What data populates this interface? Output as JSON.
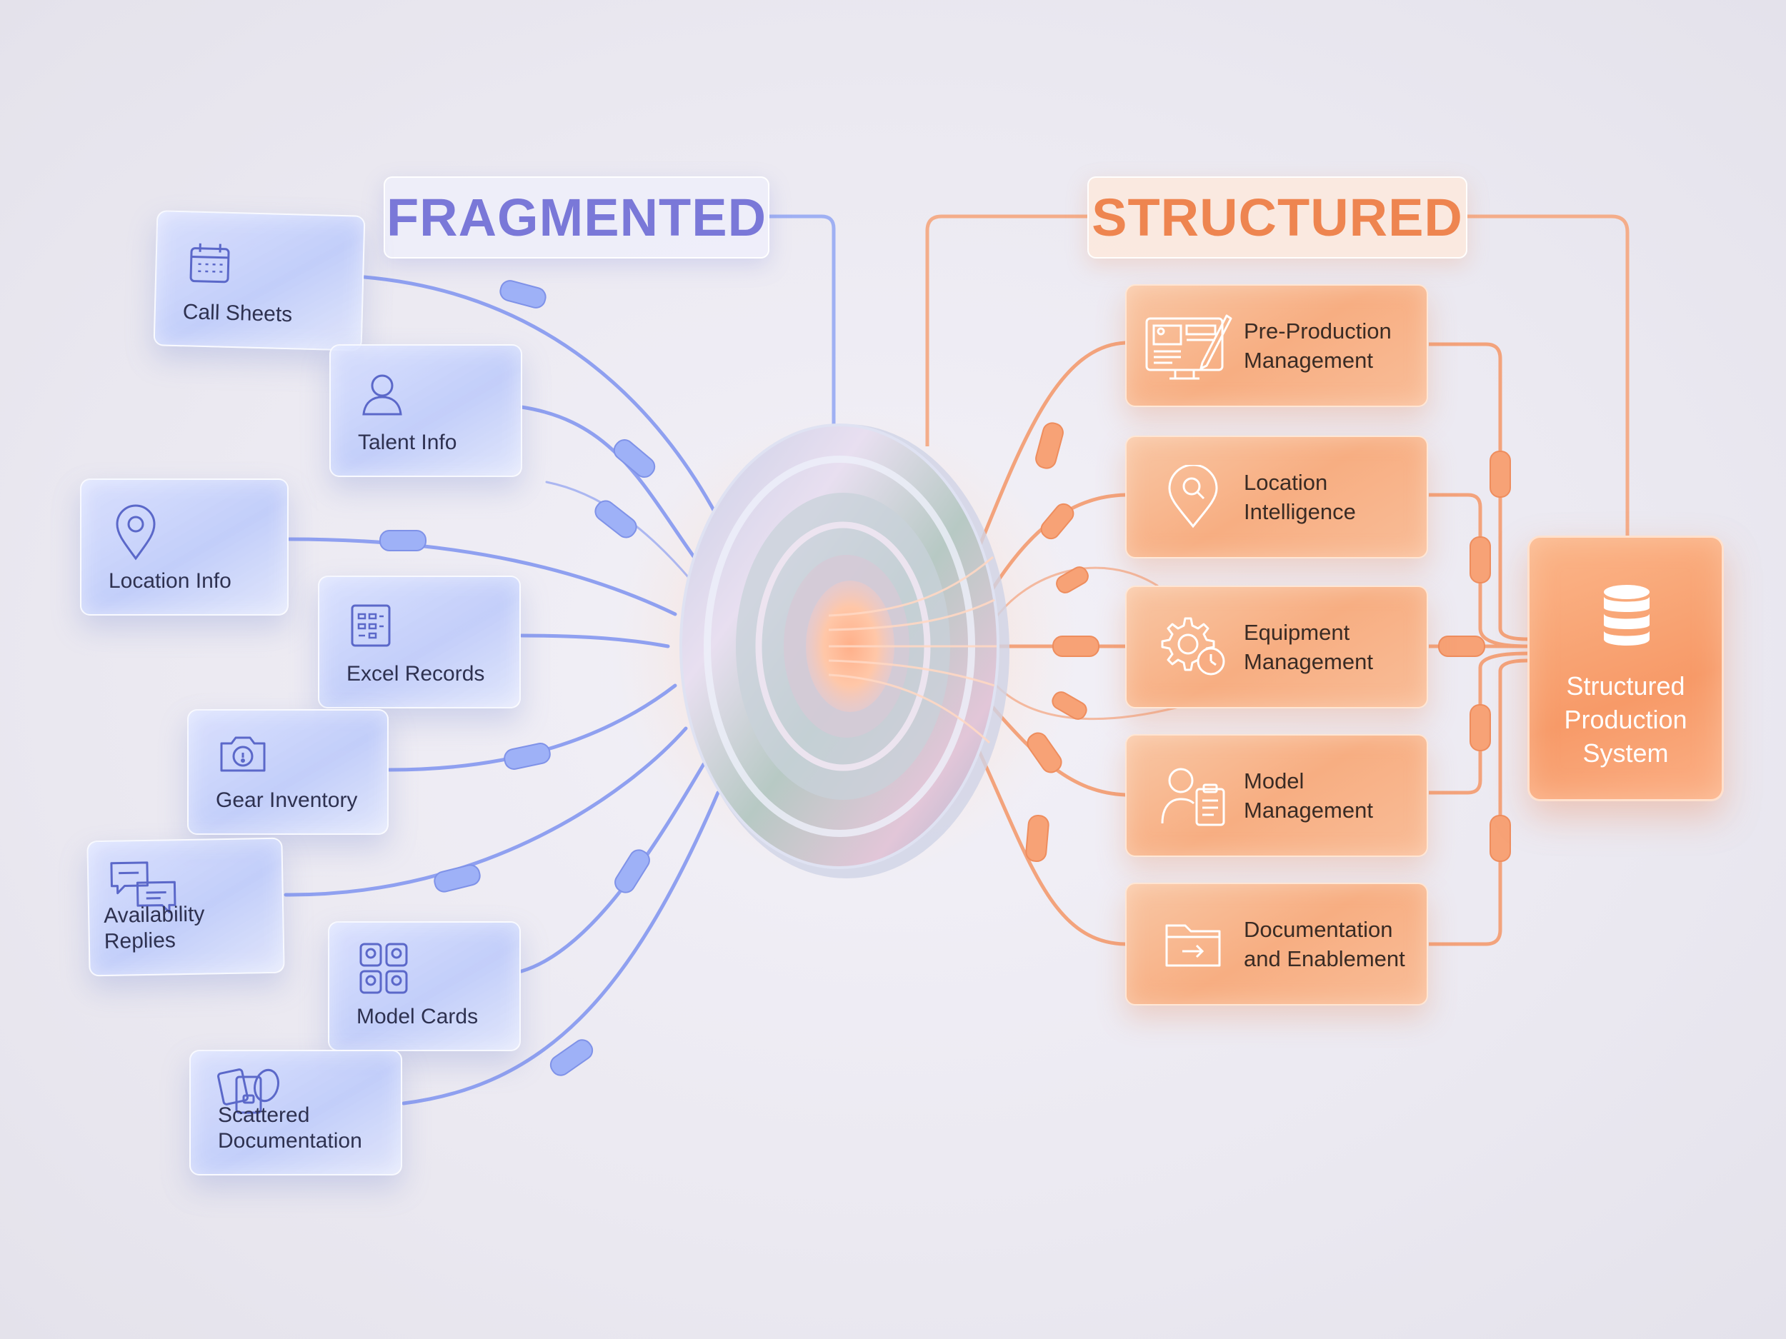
{
  "headers": {
    "left": "FRAGMENTED",
    "right": "STRUCTURED"
  },
  "sources": [
    {
      "label": "Call Sheets",
      "icon": "calendar-icon"
    },
    {
      "label": "Talent Info",
      "icon": "person-icon"
    },
    {
      "label": "Location Info",
      "icon": "location-pin-icon"
    },
    {
      "label": "Excel Records",
      "icon": "spreadsheet-icon"
    },
    {
      "label": "Gear Inventory",
      "icon": "camera-icon"
    },
    {
      "label": "Availability Replies",
      "icon": "chat-bubbles-icon"
    },
    {
      "label": "Model Cards",
      "icon": "model-cards-icon"
    },
    {
      "label": "Scattered\nDocumentation",
      "icon": "scattered-docs-icon"
    }
  ],
  "modules": [
    {
      "label": "Pre-Production\nManagement",
      "icon": "storyboard-icon"
    },
    {
      "label": "Location\nIntelligence",
      "icon": "location-search-icon"
    },
    {
      "label": "Equipment\nManagement",
      "icon": "gear-clock-icon"
    },
    {
      "label": "Model\nManagement",
      "icon": "person-clipboard-icon"
    },
    {
      "label": "Documentation\nand Enablement",
      "icon": "folder-arrow-icon"
    }
  ],
  "output": {
    "label": "Structured\nProduction\nSystem",
    "icon": "database-icon"
  },
  "colors": {
    "fragmented": "#7a78d8",
    "structured": "#ee8550",
    "blue_wire": "#8fa0f0",
    "orange_wire": "#f3a37c",
    "background": "#ebe9f1"
  }
}
